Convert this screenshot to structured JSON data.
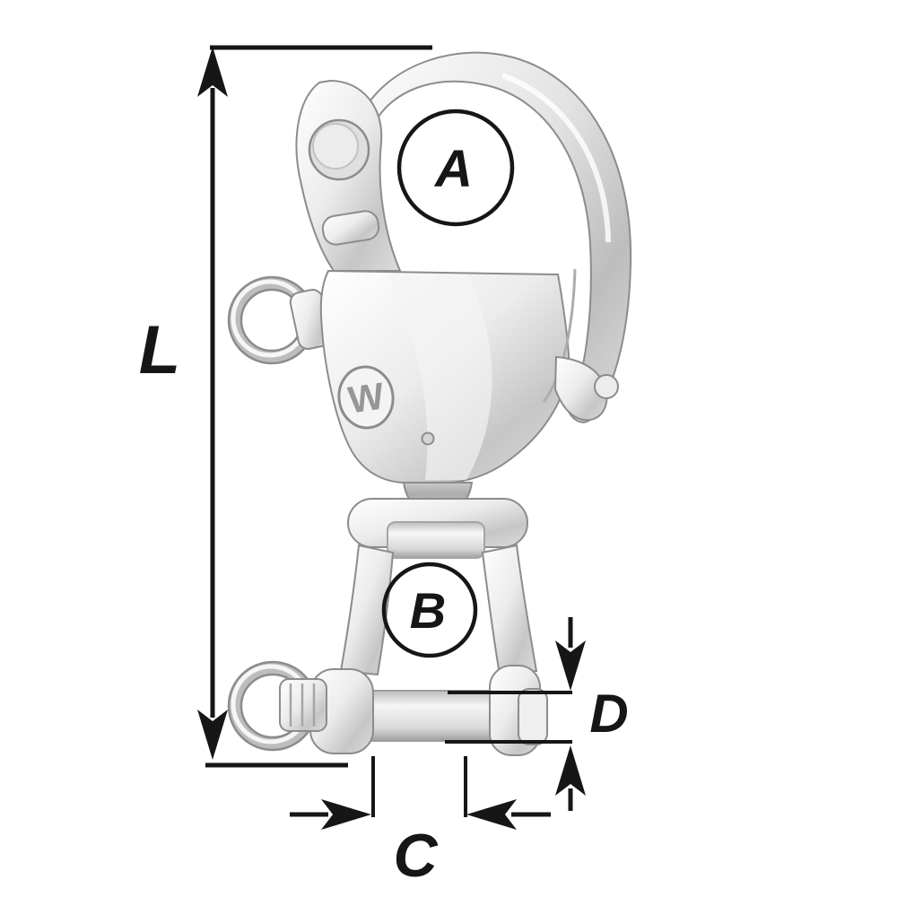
{
  "diagram": {
    "type": "product-dimension-diagram",
    "subject": "swivel snap shackle",
    "labels": {
      "L": "L",
      "A": "A",
      "B": "B",
      "C": "C",
      "D": "D"
    },
    "logo_letter": "W",
    "colors": {
      "background": "#ffffff",
      "dimension": "#161616",
      "metal_outline": "#8c8c8c",
      "metal_light": "#fafafa",
      "metal_mid": "#d2d2d2",
      "metal_dark": "#a6a6a6"
    }
  }
}
